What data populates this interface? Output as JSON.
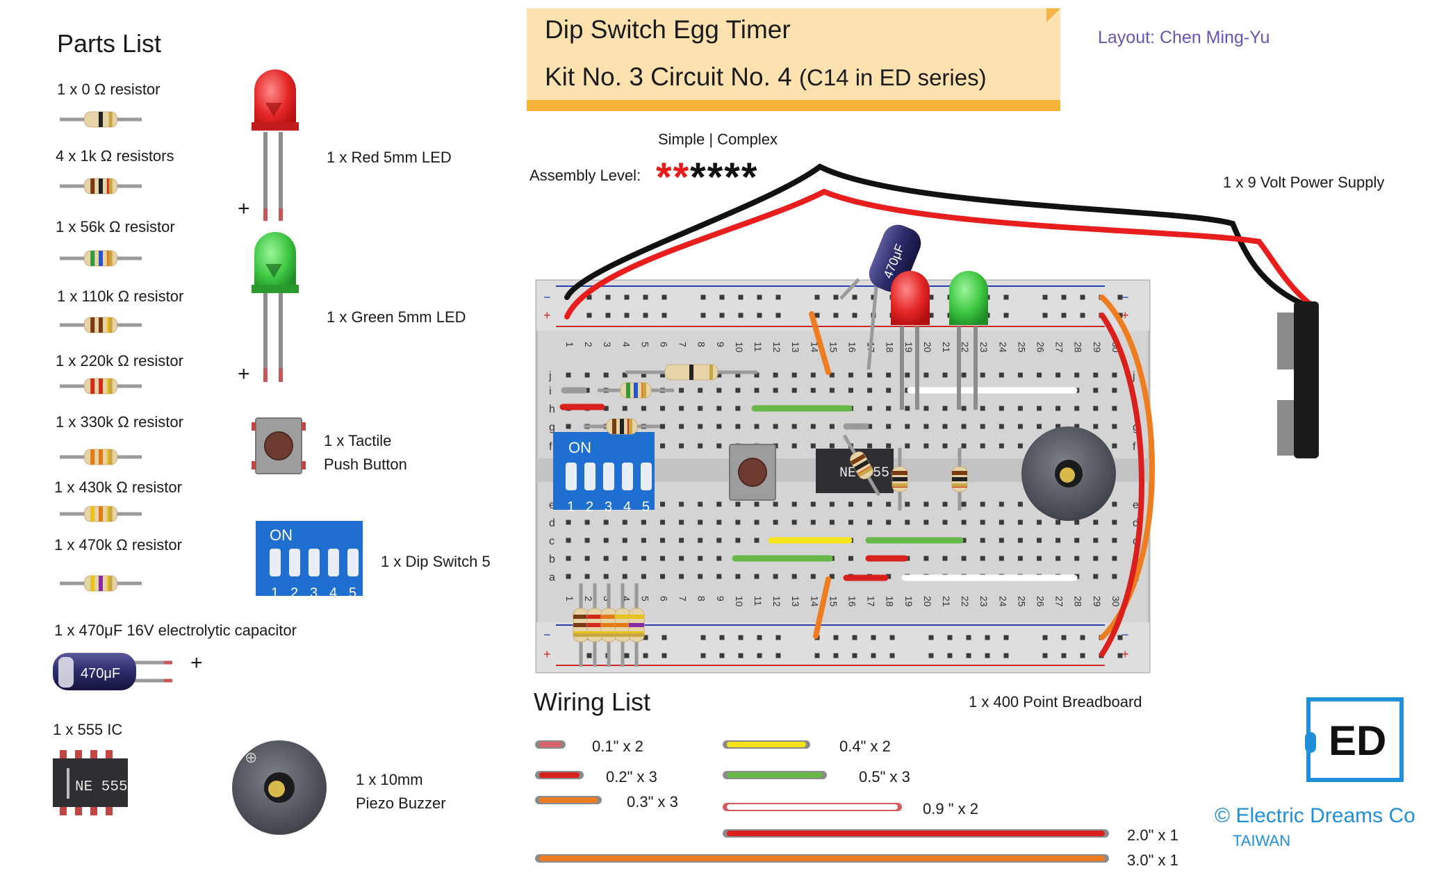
{
  "parts_list": {
    "heading": "Parts List",
    "resistors": [
      {
        "label": "1 x 0 Ω  resistor",
        "bands": [
          "#222222"
        ]
      },
      {
        "label": "4 x 1k Ω  resistors",
        "bands": [
          "#7a3b12",
          "#222222",
          "#d12b1b"
        ]
      },
      {
        "label": "1 x 56k Ω  resistor",
        "bands": [
          "#2f9a3a",
          "#2955c8",
          "#e37b13"
        ]
      },
      {
        "label": "1 x 110k Ω  resistor",
        "bands": [
          "#7a3b12",
          "#7a3b12",
          "#e6c21a"
        ]
      },
      {
        "label": "1 x 220k Ω  resistor",
        "bands": [
          "#d12b1b",
          "#d12b1b",
          "#e6c21a"
        ]
      },
      {
        "label": "1 x 330k Ω  resistor",
        "bands": [
          "#e37b13",
          "#e37b13",
          "#e6c21a"
        ]
      },
      {
        "label": "1 x 430k Ω  resistor",
        "bands": [
          "#e6c21a",
          "#e37b13",
          "#e6c21a"
        ]
      },
      {
        "label": "1 x 470k Ω  resistor",
        "bands": [
          "#e6c21a",
          "#8a2aa5",
          "#e6c21a"
        ]
      }
    ],
    "red_led": "1 x Red 5mm LED",
    "green_led": "1 x Green 5mm LED",
    "plus": "+",
    "tactile": [
      "1 x Tactile",
      "Push Button"
    ],
    "dip": "1 x Dip Switch 5",
    "capacitor": "1 x 470μF 16V electrolytic capacitor",
    "capacitor_value": "470μF",
    "ic": "1 x 555 IC",
    "ic_marking": "NE 555",
    "buzzer": [
      "1 x 10mm",
      "Piezo Buzzer"
    ],
    "dip_on": "ON",
    "dip_numbers": [
      "1",
      "2",
      "3",
      "4",
      "5"
    ]
  },
  "title": {
    "line1": "Dip Switch Egg Timer",
    "line2_main": "Kit No. 3 Circuit No. 4",
    "line2_suffix": "(C14 in ED series)"
  },
  "layout_credit": "Layout: Chen Ming-Yu",
  "assembly": {
    "scale": "Simple  |  Complex",
    "label": "Assembly Level:",
    "stars_filled": "**",
    "stars_empty": "****"
  },
  "power_supply": "1 x 9 Volt Power Supply",
  "breadboard": {
    "label": "1 x 400 Point Breadboard",
    "rows_top": [
      "j",
      "i",
      "h",
      "g",
      "f"
    ],
    "rows_bottom": [
      "e",
      "d",
      "c",
      "b",
      "a"
    ],
    "minus": "−",
    "plus": "+",
    "cap_value": "470μF",
    "ic_marking": "NE 555"
  },
  "wiring_list": {
    "heading": "Wiring List",
    "items": [
      {
        "label": "0.1\" x 2",
        "color": "#d8636a"
      },
      {
        "label": "0.2\" x 3",
        "color": "#d9201c"
      },
      {
        "label": "0.3\" x 3",
        "color": "#ee7d21"
      },
      {
        "label": "0.4\" x 2",
        "color": "#f5e31c"
      },
      {
        "label": "0.5\" x 3",
        "color": "#66b948"
      },
      {
        "label": "0.9 \" x 2",
        "color": "#ffffff"
      },
      {
        "label": "2.0\" x 1",
        "color": "#d9201c"
      },
      {
        "label": "3.0\" x 1",
        "color": "#ee7d21"
      }
    ]
  },
  "brand": {
    "logo": "ED",
    "name": "© Electric Dreams Co",
    "country": "TAIWAN",
    "color": "#1e8fd8"
  }
}
